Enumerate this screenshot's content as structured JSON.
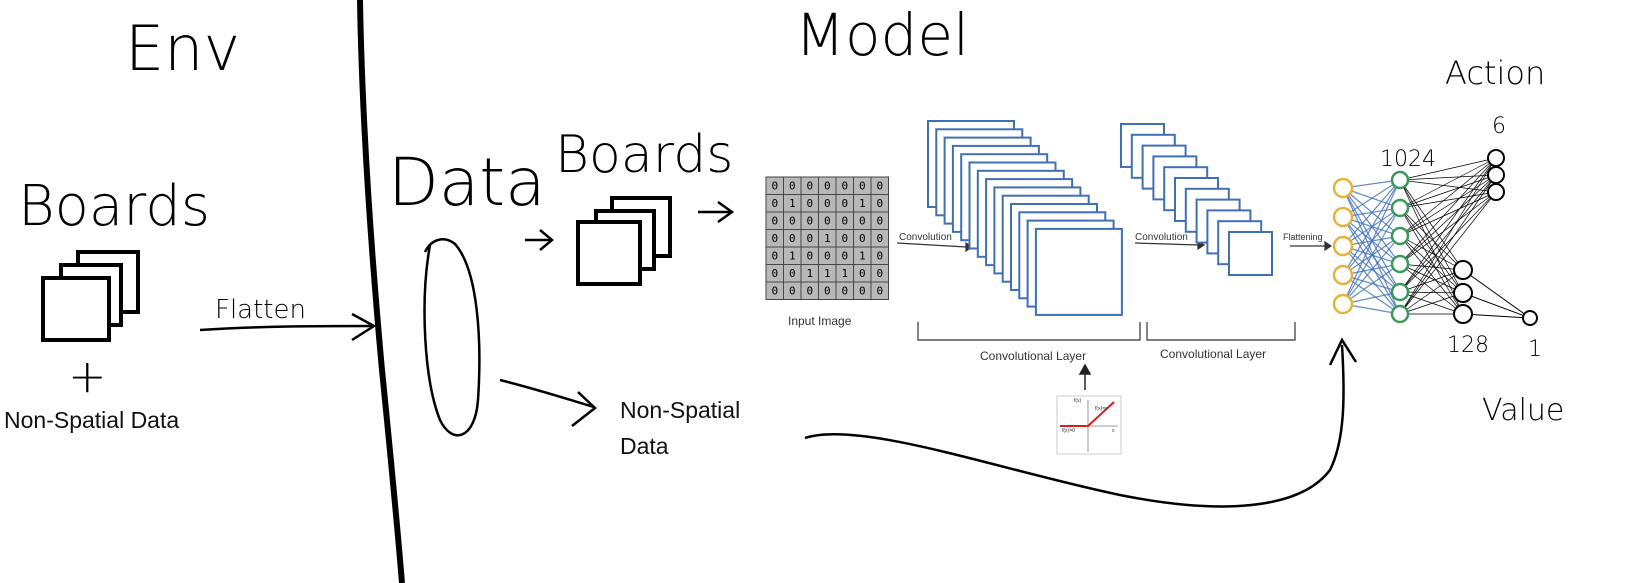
{
  "headings": {
    "env": "Env",
    "model": "Model"
  },
  "env_section": {
    "boards_label": "Boards",
    "plus": "+",
    "non_spatial_label": "Non-Spatial Data",
    "flatten_label": "Flatten"
  },
  "data_section": {
    "data_label": "Data",
    "boards_label": "Boards",
    "non_spatial_line1": "Non-Spatial",
    "non_spatial_line2": "Data"
  },
  "cnn": {
    "input_grid": [
      [
        0,
        0,
        0,
        0,
        0,
        0,
        0
      ],
      [
        0,
        1,
        0,
        0,
        0,
        1,
        0
      ],
      [
        0,
        0,
        0,
        0,
        0,
        0,
        0
      ],
      [
        0,
        0,
        0,
        1,
        0,
        0,
        0
      ],
      [
        0,
        1,
        0,
        0,
        0,
        1,
        0
      ],
      [
        0,
        0,
        1,
        1,
        1,
        0,
        0
      ],
      [
        0,
        0,
        0,
        0,
        0,
        0,
        0
      ]
    ],
    "input_label": "Input Image",
    "conv1_arrow_label": "Convolution",
    "conv2_arrow_label": "Convolution",
    "flatten_arrow_label": "Flattening",
    "conv_layer1_label": "Convolutional Layer",
    "conv_layer2_label": "Convolutional Layer",
    "relu_label_top": "f(x)=x",
    "relu_label_bottom": "f(x)=0",
    "relu_axis_y": "f(x)",
    "relu_axis_x": "x"
  },
  "dense": {
    "layer_1024_label": "1024",
    "action_label": "Action",
    "action_count": "6",
    "hidden_128_label": "128",
    "value_count": "1",
    "value_label": "Value"
  },
  "colors": {
    "input_node": "#e8b23a",
    "hidden_node": "#3a9a5a",
    "feature_map": "#3f6fb5",
    "edge_blue": "#3f6fb5",
    "relu_red": "#d62020"
  }
}
